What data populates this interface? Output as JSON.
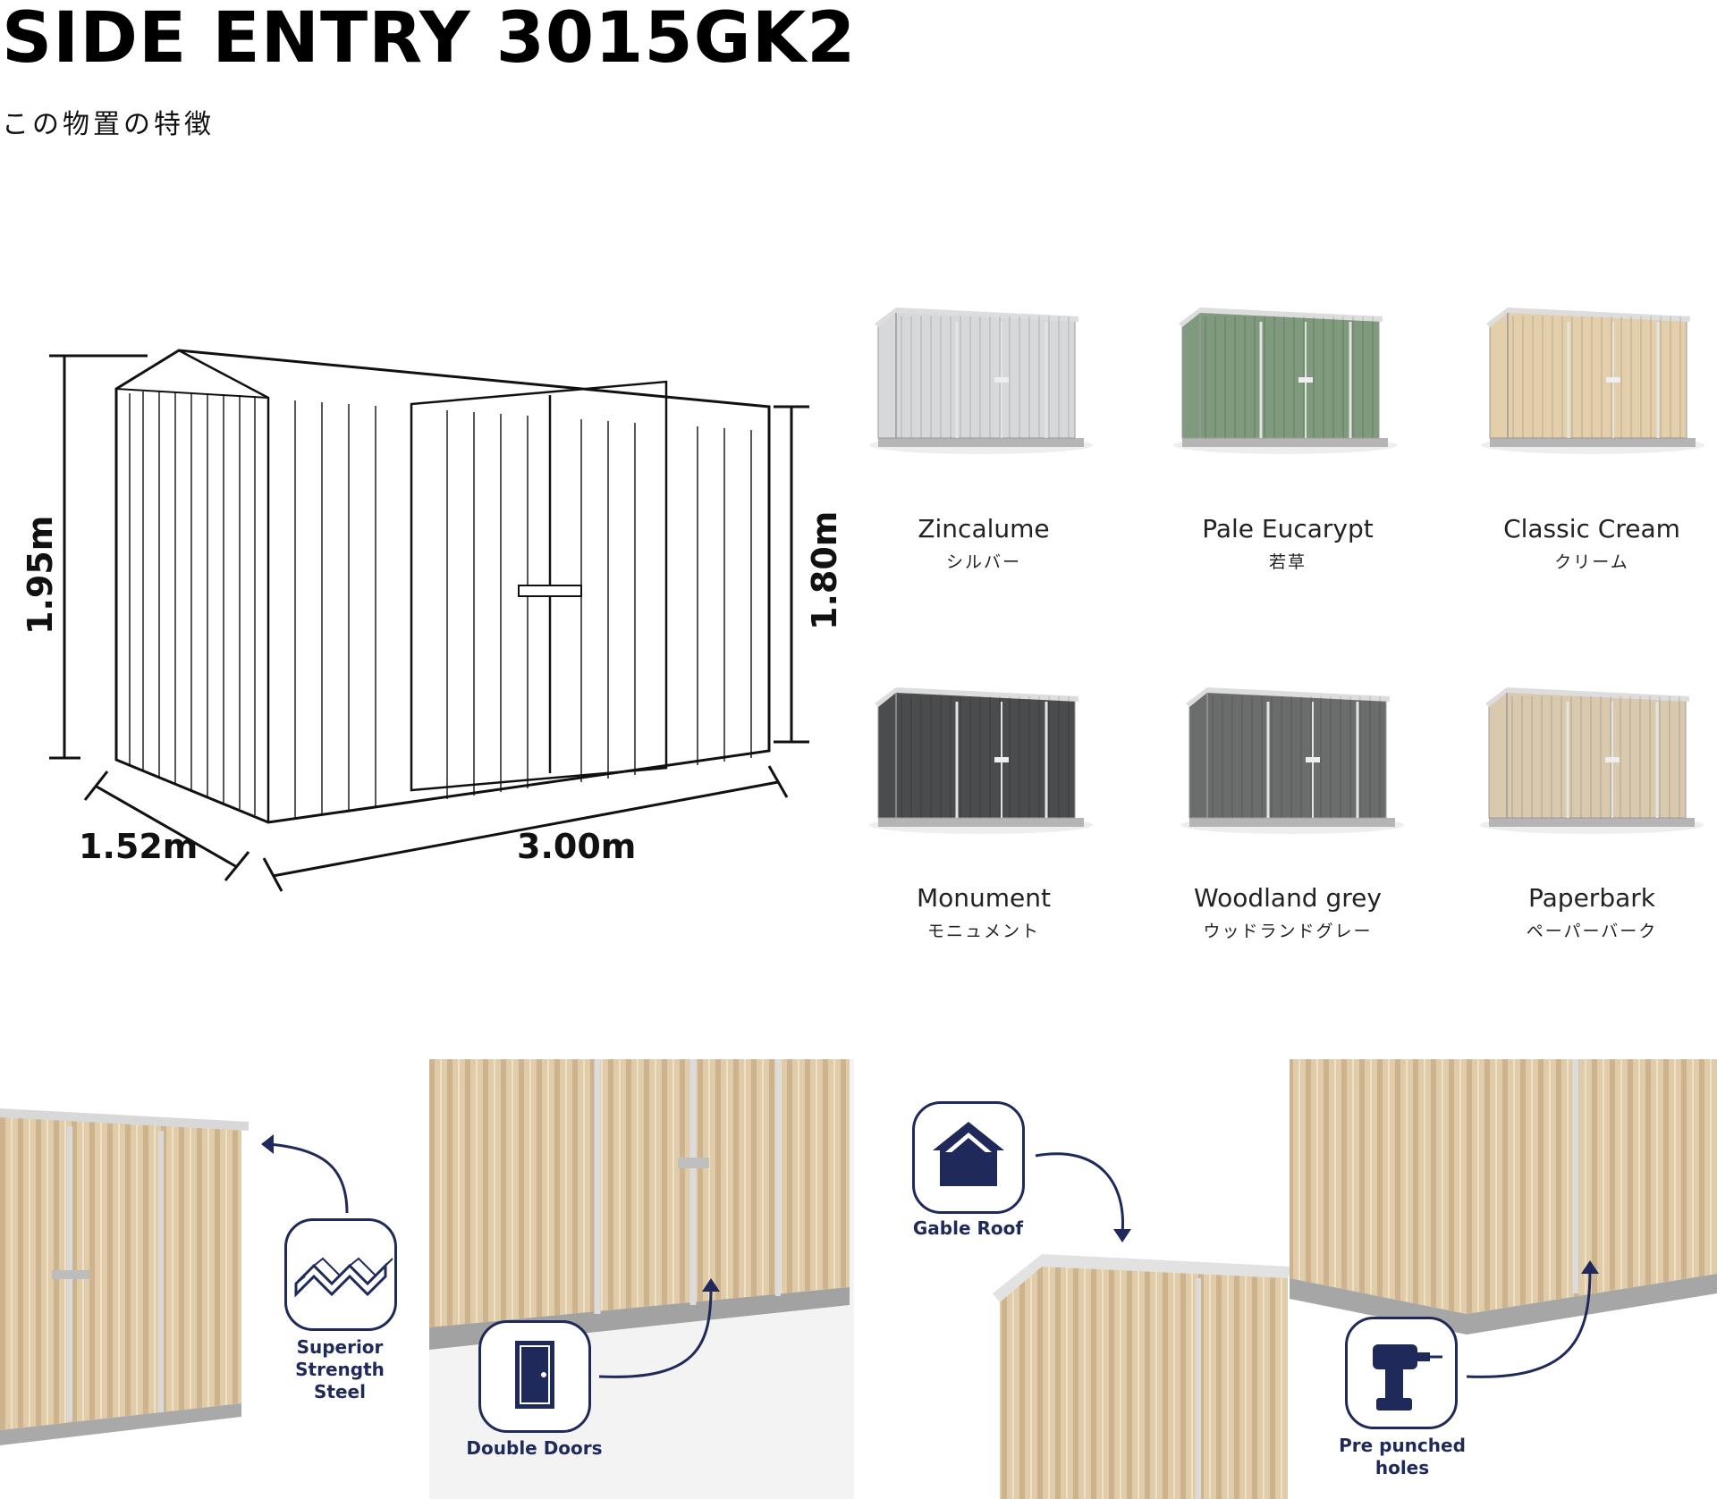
{
  "header": {
    "title": "SIDE ENTRY 3015GK2",
    "subtitle": "この物置の特徴"
  },
  "dimensions": {
    "height_total": "1.95m",
    "height_wall": "1.80m",
    "depth": "1.52m",
    "width": "3.00m"
  },
  "colors": [
    {
      "name": "Zincalume",
      "jp": "シルバー",
      "hex": "#d6d8da"
    },
    {
      "name": "Pale Eucarypt",
      "jp": "若草",
      "hex": "#7f9a7c"
    },
    {
      "name": "Classic Cream",
      "jp": "クリーム",
      "hex": "#e3cfab"
    },
    {
      "name": "Monument",
      "jp": "モニュメント",
      "hex": "#4a4c4e"
    },
    {
      "name": "Woodland grey",
      "jp": "ウッドランドグレー",
      "hex": "#6b6d6c"
    },
    {
      "name": "Paperbark",
      "jp": "ペーパーバーク",
      "hex": "#d9c9ae"
    }
  ],
  "features": [
    {
      "label_line1": "Superior Strength",
      "label_line2": "Steel",
      "icon": "corrugated-steel-icon"
    },
    {
      "label": "Double Doors",
      "icon": "door-icon"
    },
    {
      "label": "Gable Roof",
      "icon": "house-icon"
    },
    {
      "label": "Pre punched holes",
      "icon": "drill-icon"
    }
  ],
  "theme": {
    "accent": "#1f2a5a",
    "cream": "#e3cfab"
  }
}
